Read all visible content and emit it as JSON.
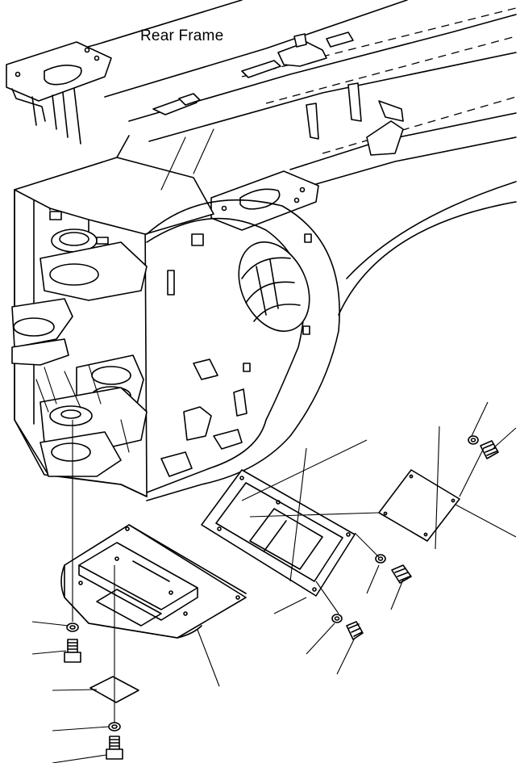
{
  "title": "Rear Frame",
  "colors": {
    "line": "#000000",
    "background": "#ffffff"
  },
  "parts": [
    {
      "name": "rear-frame"
    },
    {
      "name": "bottom-guard-plate"
    },
    {
      "name": "cover-plate-large"
    },
    {
      "name": "cover-plate-small"
    },
    {
      "name": "cover-plate-lower"
    },
    {
      "name": "washer"
    },
    {
      "name": "bolt"
    }
  ]
}
